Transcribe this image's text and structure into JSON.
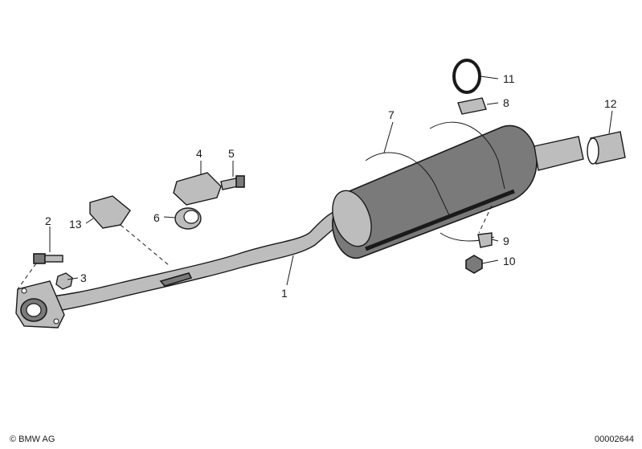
{
  "callouts": {
    "c1": "1",
    "c2": "2",
    "c3": "3",
    "c4": "4",
    "c5": "5",
    "c6": "6",
    "c7": "7",
    "c8": "8",
    "c9": "9",
    "c10": "10",
    "c11": "11",
    "c12": "12",
    "c13": "13"
  },
  "footer": {
    "copyright": "© BMW AG",
    "document_number": "00002644"
  }
}
